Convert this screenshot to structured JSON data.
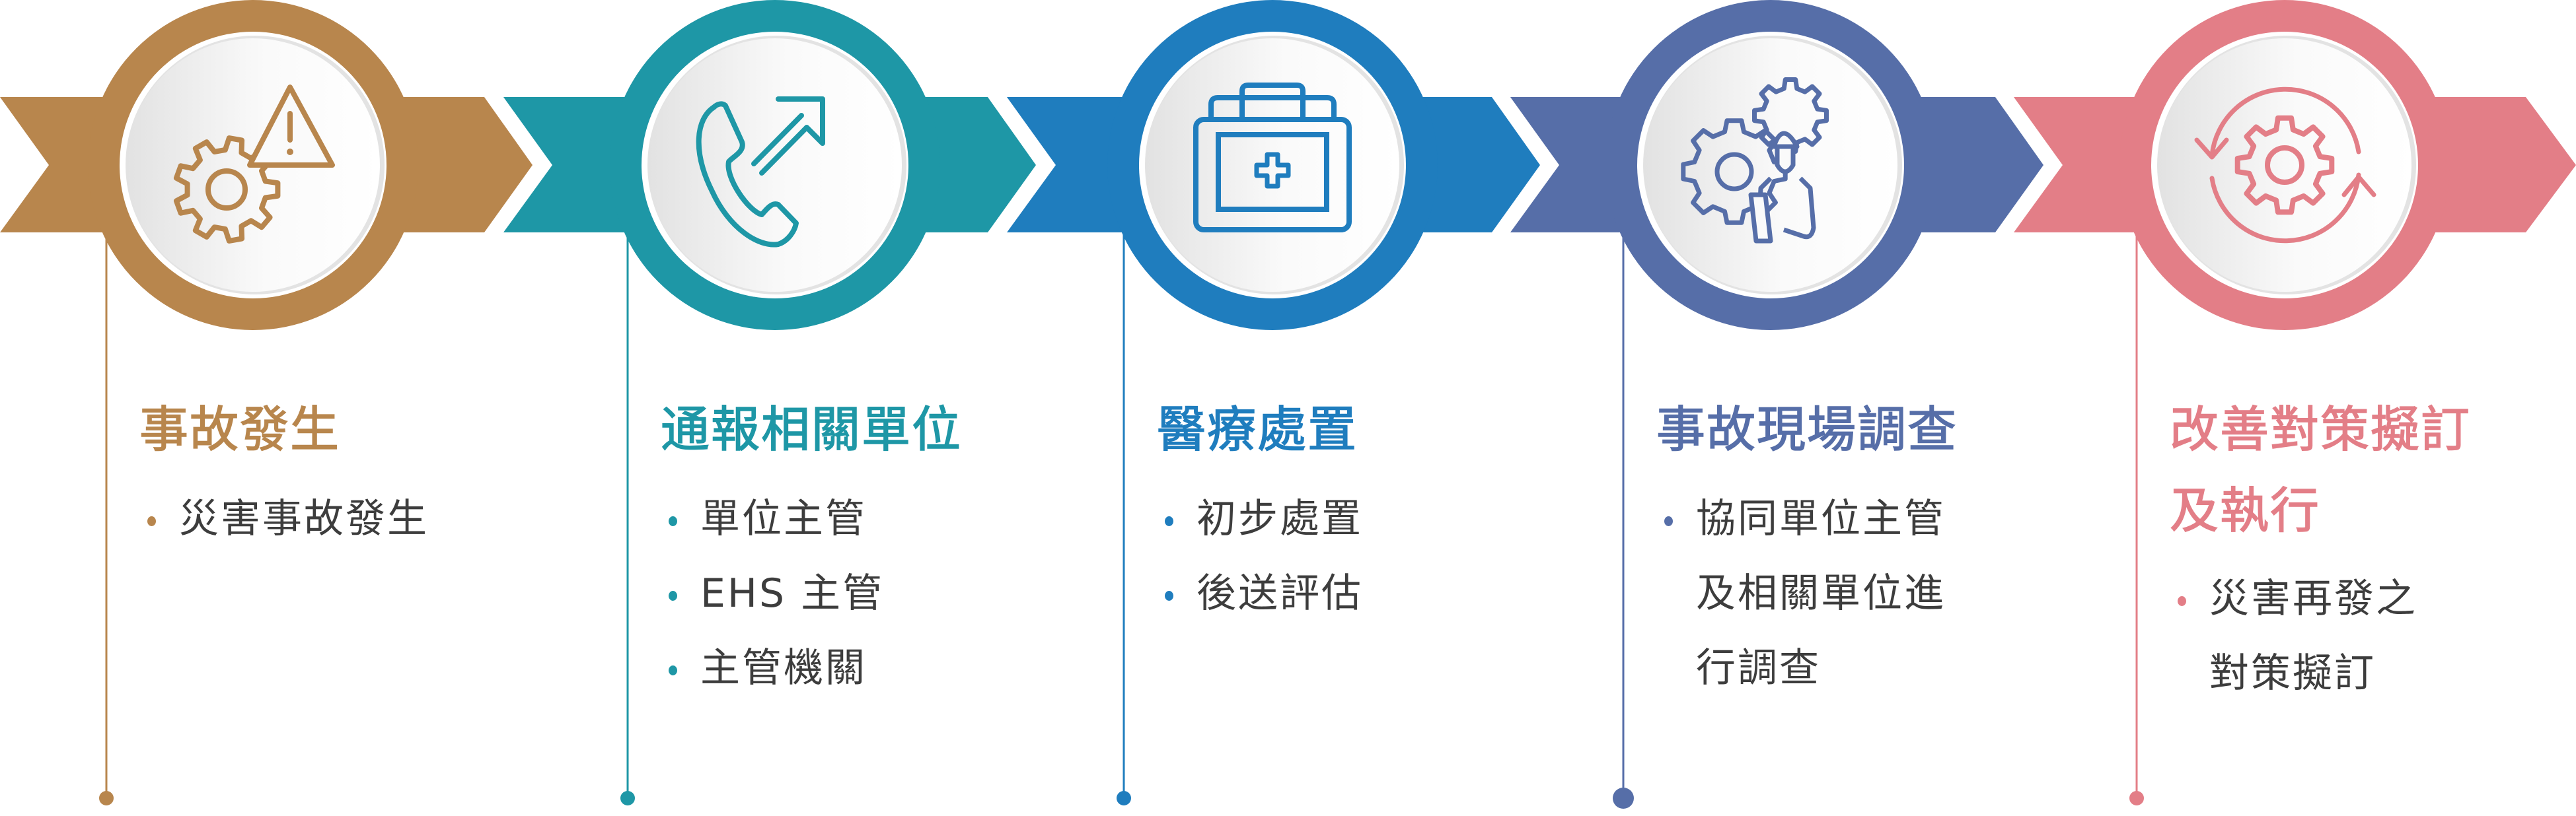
{
  "colors": [
    "#B8864D",
    "#1E97A6",
    "#1F7DBE",
    "#566EA8",
    "#E37E87"
  ],
  "steps": [
    {
      "icon": "gear-warning-icon",
      "title_lines": [
        "事故發生"
      ],
      "bullets": [
        {
          "lines": [
            "災害事故發生"
          ]
        }
      ]
    },
    {
      "icon": "phone-outgoing-icon",
      "title_lines": [
        "通報相關單位"
      ],
      "bullets": [
        {
          "lines": [
            "單位主管"
          ]
        },
        {
          "lines": [
            "EHS 主管"
          ]
        },
        {
          "lines": [
            "主管機關"
          ]
        }
      ]
    },
    {
      "icon": "first-aid-kit-icon",
      "title_lines": [
        "醫療處置"
      ],
      "bullets": [
        {
          "lines": [
            "初步處置"
          ]
        },
        {
          "lines": [
            "後送評估"
          ]
        }
      ]
    },
    {
      "icon": "gears-engineer-icon",
      "title_lines": [
        "事故現場調查"
      ],
      "bullets": [
        {
          "lines": [
            "協同單位主管",
            "及相關單位進",
            "行調查"
          ]
        }
      ]
    },
    {
      "icon": "gear-cycle-icon",
      "title_lines": [
        "改善對策擬訂",
        "及執行"
      ],
      "bullets": [
        {
          "lines": [
            "災害再發之",
            "對策擬訂"
          ]
        }
      ]
    }
  ]
}
